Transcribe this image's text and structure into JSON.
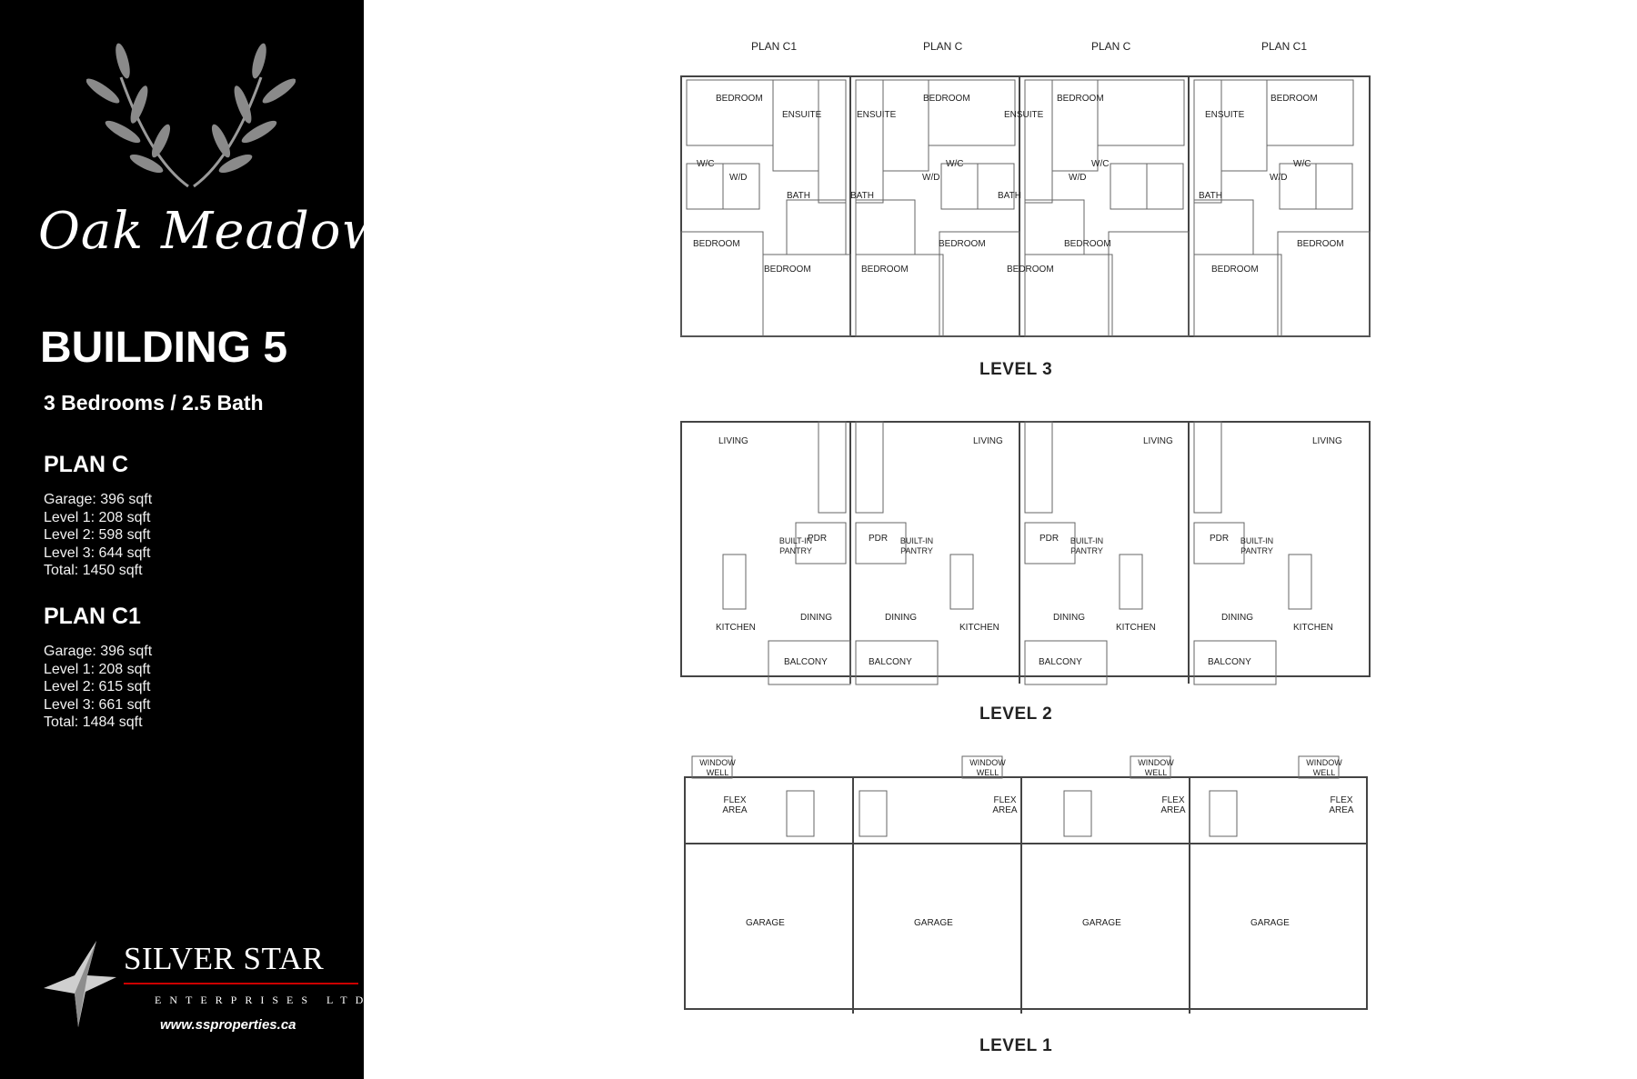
{
  "brand": {
    "script_name": "Oak Meadows",
    "building": "BUILDING 5",
    "summary": "3 Bedrooms / 2.5 Bath"
  },
  "plans": [
    {
      "name": "PLAN C",
      "lines": [
        "Garage: 396 sqft",
        "Level 1: 208 sqft",
        "Level 2: 598 sqft",
        "Level 3: 644 sqft",
        "Total: 1450 sqft"
      ]
    },
    {
      "name": "PLAN C1",
      "lines": [
        "Garage: 396 sqft",
        "Level 1: 208 sqft",
        "Level 2: 615 sqft",
        "Level 3: 661 sqft",
        "Total: 1484 sqft"
      ]
    }
  ],
  "company": {
    "name": "SILVER STAR",
    "tagline": "ENTERPRISES LTD.",
    "website": "www.ssproperties.ca"
  },
  "unit_labels": [
    "PLAN C1",
    "PLAN C",
    "PLAN C",
    "PLAN C1"
  ],
  "levels": {
    "level3": {
      "label": "LEVEL 3",
      "rooms": [
        "BEDROOM",
        "ENSUITE",
        "W/C",
        "W/D",
        "BATH",
        "BEDROOM",
        "BEDROOM"
      ]
    },
    "level2": {
      "label": "LEVEL 2",
      "rooms": [
        "LIVING",
        "PDR",
        "BUILT-IN PANTRY",
        "KITCHEN",
        "DINING",
        "BALCONY"
      ]
    },
    "level1": {
      "label": "LEVEL 1",
      "rooms": [
        "WINDOW WELL",
        "FLEX AREA",
        "GARAGE"
      ]
    }
  }
}
